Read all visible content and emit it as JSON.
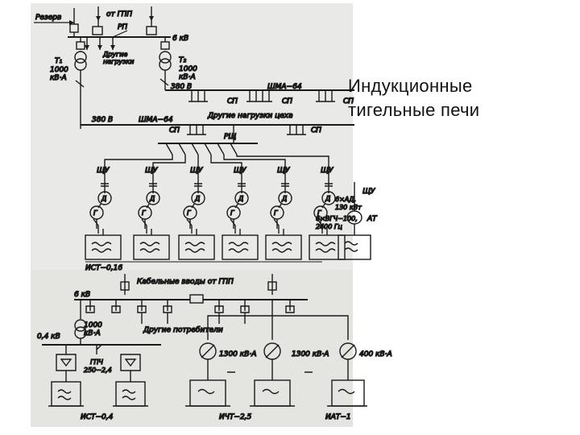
{
  "slide": {
    "title_line1": "Индукционные",
    "title_line2": "тигельные печи"
  },
  "diagram": {
    "top": {
      "reserve": "Резерв",
      "from_gpp": "от ГПП",
      "rp": "РП",
      "kv6": "6 кВ",
      "other_loads": "Другие",
      "other_loads2": "нагрузки",
      "t1_name": "Т₁",
      "t1_rating": "1000",
      "t1_unit": "кВ·А",
      "t2_name": "Т₂",
      "t2_rating": "1000",
      "t2_unit": "кВ·А",
      "v380_a": "380 В",
      "v380_b": "380 В",
      "shma64_a": "ШМА−64",
      "shma64_b": "ШМА−64",
      "sp": "СП",
      "other_shop_loads": "Другие нагрузки цеха",
      "rsch": "РЩ",
      "schu": "ЩУ",
      "motor": "Д",
      "generator": "Г",
      "motor_note1": "6×АД,",
      "motor_note2": "130 кВт",
      "gen_note1": "6×ВГЧ−100,",
      "gen_note2": "2400 Гц",
      "at": "АТ",
      "ist016": "ИСТ−0,16"
    },
    "bottom": {
      "cable_inputs": "Кабельные вводы от ГПП",
      "kv6": "6 кВ",
      "t_rating": "1000",
      "t_unit": "кВ·А",
      "v04": "0,4 кВ",
      "other_consumers": "Другие потребители",
      "tr1": "1300 кВ·А",
      "tr2": "1300 кВ·А",
      "tr3": "400 кВ·А",
      "gpch1": "ГПЧ",
      "gpch2": "250−2,4",
      "ist04": "ИСТ−0,4",
      "ichth25": "ИЧТ−2,5",
      "iat1": "ИАТ−1"
    }
  }
}
